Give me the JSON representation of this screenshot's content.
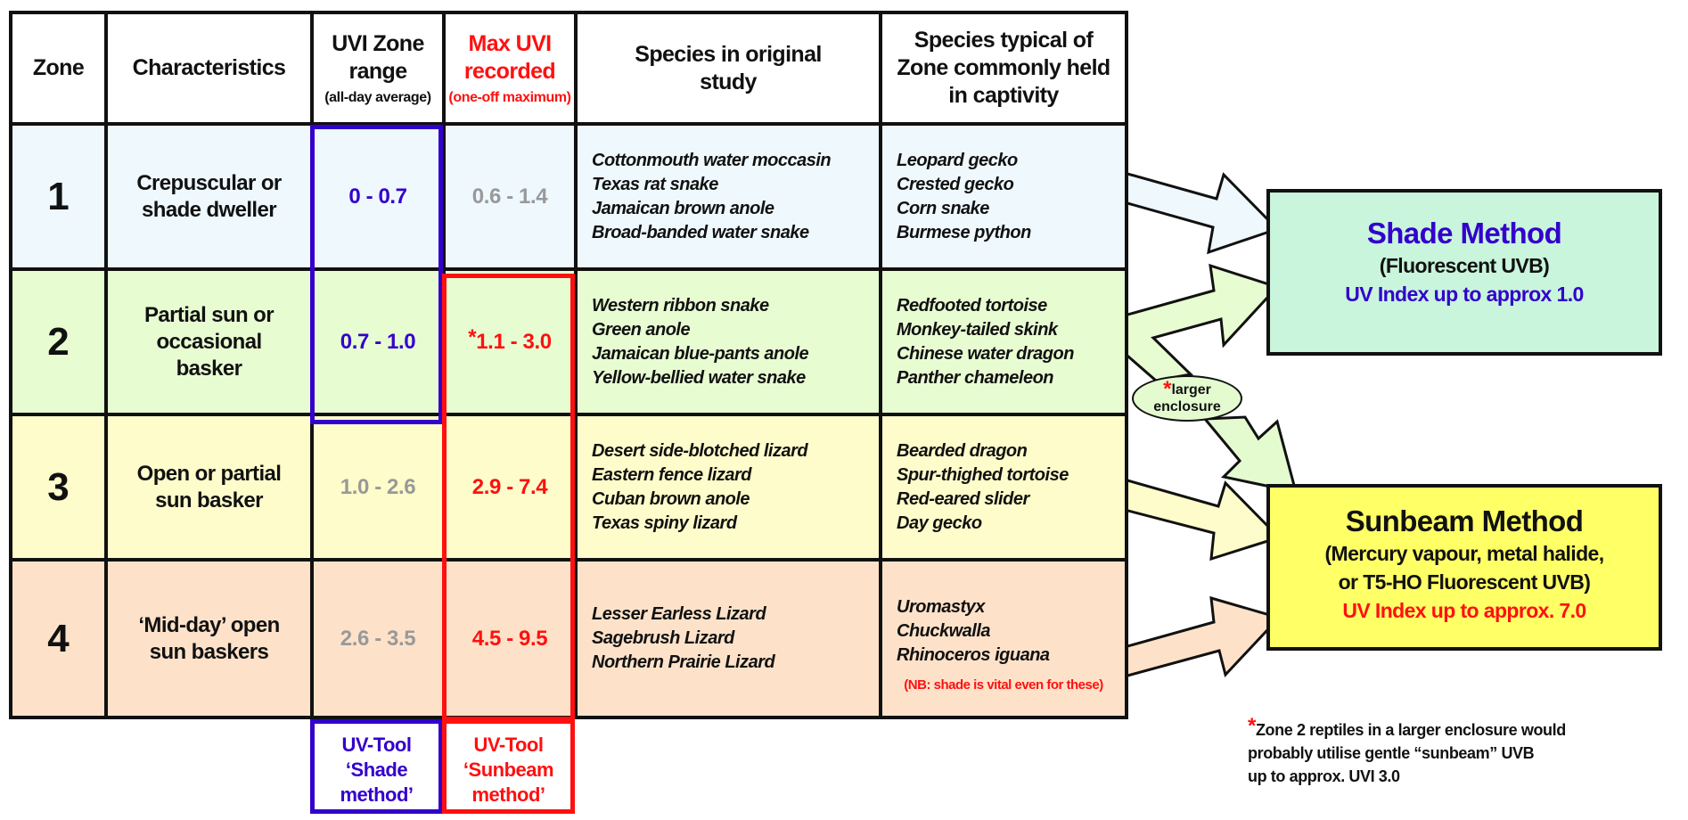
{
  "headers": {
    "zone": "Zone",
    "characteristics": "Characteristics",
    "uvi_range": "UVI Zone range",
    "uvi_range_sub": "(all-day average)",
    "max_uvi": "Max UVI recorded",
    "max_uvi_sub": "(one-off maximum)",
    "species_study": "Species in original study",
    "species_captive": "Species typical of Zone commonly held in captivity"
  },
  "rows": [
    {
      "zone": "1",
      "characteristics": "Crepuscular or shade dweller",
      "uvi_range": "0 - 0.7",
      "max_uvi": "0.6 - 1.4",
      "study": [
        "Cottonmouth water moccasin",
        "Texas rat snake",
        "Jamaican brown anole",
        "Broad-banded water snake"
      ],
      "captive": [
        "Leopard gecko",
        "Crested gecko",
        "Corn snake",
        "Burmese python"
      ]
    },
    {
      "zone": "2",
      "characteristics": "Partial sun or occasional basker",
      "uvi_range": "0.7 - 1.0",
      "max_uvi_star": "*",
      "max_uvi": "1.1 - 3.0",
      "study": [
        "Western ribbon snake",
        "Green anole",
        "Jamaican blue-pants anole",
        "Yellow-bellied water snake"
      ],
      "captive": [
        "Redfooted tortoise",
        "Monkey-tailed skink",
        "Chinese water dragon",
        "Panther chameleon"
      ]
    },
    {
      "zone": "3",
      "characteristics": "Open or partial sun basker",
      "uvi_range": "1.0 - 2.6",
      "max_uvi": "2.9 - 7.4",
      "study": [
        "Desert side-blotched lizard",
        "Eastern fence lizard",
        "Cuban brown anole",
        "Texas spiny lizard"
      ],
      "captive": [
        "Bearded dragon",
        "Spur-thighed tortoise",
        "Red-eared slider",
        "Day gecko"
      ]
    },
    {
      "zone": "4",
      "characteristics": "‘Mid-day’ open sun baskers",
      "uvi_range": "2.6 - 3.5",
      "max_uvi": "4.5 - 9.5",
      "study": [
        "Lesser Earless Lizard",
        "Sagebrush Lizard",
        "Northern Prairie Lizard"
      ],
      "captive": [
        "Uromastyx",
        "Chuckwalla",
        "Rhinoceros iguana"
      ],
      "note": "(NB: shade is vital even for these)"
    }
  ],
  "tools": {
    "shade": [
      "UV-Tool",
      "‘Shade",
      "method’"
    ],
    "sunbeam": [
      "UV-Tool",
      "‘Sunbeam",
      "method’"
    ]
  },
  "shade_box": {
    "title": "Shade Method",
    "line1": "(Fluorescent UVB)",
    "line2": "UV Index up to approx 1.0"
  },
  "sunbeam_box": {
    "title": "Sunbeam Method",
    "line1": "(Mercury vapour, metal halide,",
    "line2": "or T5-HO Fluorescent UVB)",
    "line3": "UV Index up to approx. 7.0"
  },
  "bubble": {
    "star": "*",
    "line1": "larger",
    "line2": "enclosure"
  },
  "footnote": {
    "star": "*",
    "lines": [
      "Zone 2 reptiles in a larger enclosure would",
      "probably utilise gentle “sunbeam” UVB",
      "up to approx. UVI 3.0"
    ]
  },
  "colors": {
    "zone1": "#eef8fd",
    "zone2": "#e8fcd2",
    "zone3": "#fefcca",
    "zone4": "#fde2c9",
    "shade": "#c8f5dc",
    "sunbeam": "#ffff66",
    "blue": "#3300cc",
    "red": "#ff1010"
  }
}
